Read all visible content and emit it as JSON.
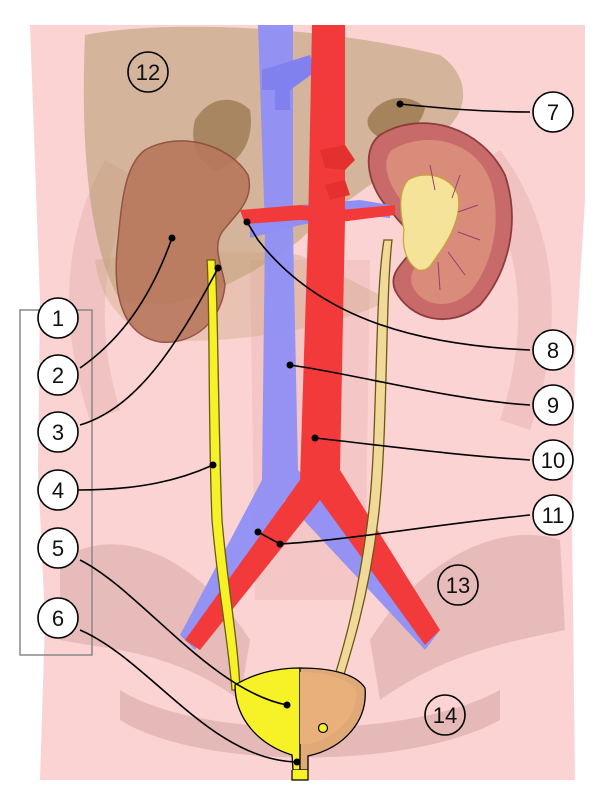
{
  "colors": {
    "body_background": "#fbd3d3",
    "vein": "#8f8ff5",
    "artery": "#f23a3a",
    "urine_yellow": "#f7f128",
    "kidney": "#b9785d",
    "kidney_section": "#d98c7a",
    "liver_overlay": "#b59a6b"
  },
  "labels": [
    {
      "id": "1",
      "text": "1"
    },
    {
      "id": "2",
      "text": "2"
    },
    {
      "id": "3",
      "text": "3"
    },
    {
      "id": "4",
      "text": "4"
    },
    {
      "id": "5",
      "text": "5"
    },
    {
      "id": "6",
      "text": "6"
    },
    {
      "id": "7",
      "text": "7"
    },
    {
      "id": "8",
      "text": "8"
    },
    {
      "id": "9",
      "text": "9"
    },
    {
      "id": "10",
      "text": "10"
    },
    {
      "id": "11",
      "text": "11"
    },
    {
      "id": "12",
      "text": "12"
    },
    {
      "id": "13",
      "text": "13"
    },
    {
      "id": "14",
      "text": "14"
    }
  ]
}
